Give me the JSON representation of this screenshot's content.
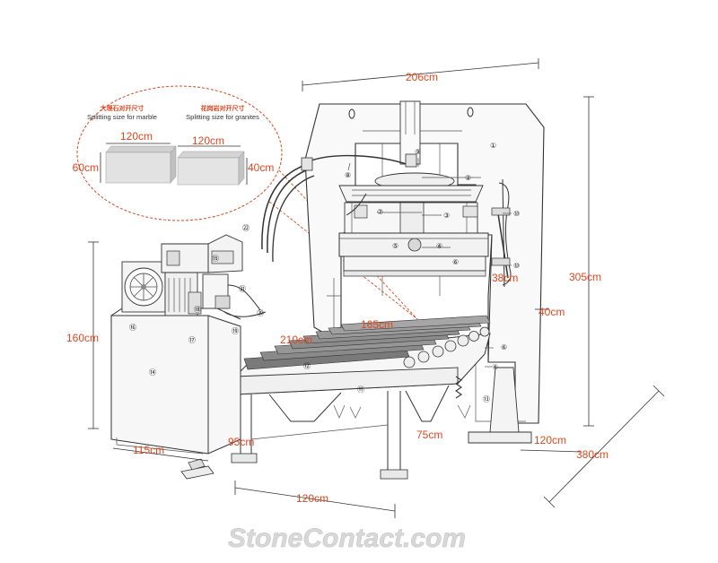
{
  "callout": {
    "marble_cn": "大理石对开尺寸",
    "marble_en": "Splitting size for marble",
    "granite_cn": "花岗岩对开尺寸",
    "granite_en": "Splitting size for granites",
    "marble_width": "120cm",
    "granite_width": "120cm",
    "marble_height": "60cm",
    "granite_height": "40cm"
  },
  "dimensions": {
    "top_width": "206cm",
    "total_height": "305cm",
    "frame_depth": "38cm",
    "column_width": "40cm",
    "rail_length": "165cm",
    "table_length": "210cm",
    "hydraulic_height": "160cm",
    "tank_width": "115cm",
    "table_height": "95cm",
    "table_leg_spacing": "75cm",
    "base_depth": "120cm",
    "overall_depth": "380cm",
    "table_width": "120cm"
  },
  "part_numbers": [
    "①",
    "②",
    "③",
    "④",
    "⑤",
    "⑥",
    "⑦",
    "⑧",
    "⑨",
    "⑩",
    "⑪",
    "⑫",
    "⑬",
    "⑭",
    "⑮",
    "⑯",
    "⑰",
    "⑱",
    "⑲",
    "⑳",
    "㉑",
    "㉒"
  ],
  "watermark": "StoneContact.com",
  "colors": {
    "accent": "#e0461e",
    "line": "#333333",
    "fill_light": "#f2f2f2"
  }
}
